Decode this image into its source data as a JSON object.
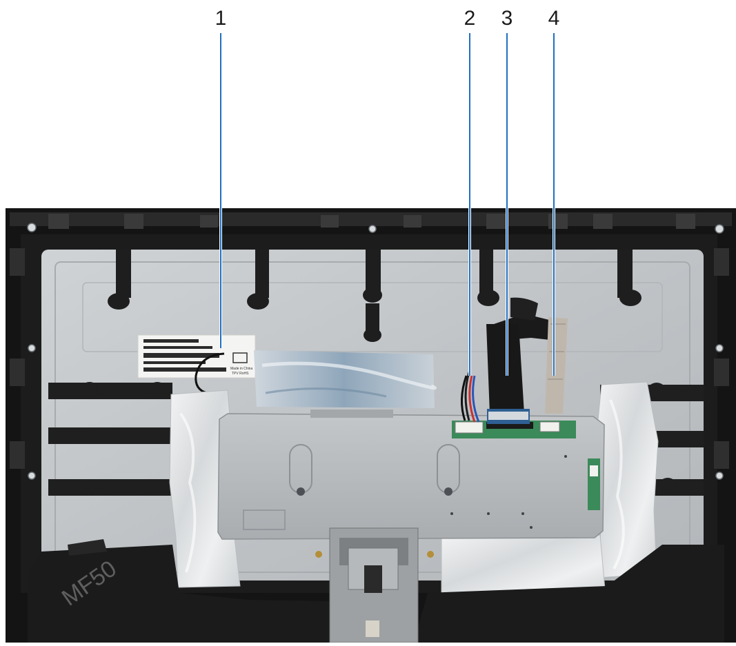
{
  "callouts": [
    {
      "label": "1"
    },
    {
      "label": "2"
    },
    {
      "label": "3"
    },
    {
      "label": "4"
    }
  ],
  "stickers": {
    "made_in": "Made in China",
    "marks": "TPV RoHS"
  },
  "tape_text": "MF50",
  "colors": {
    "leader_line": "#1f6fc0",
    "frame": "#151515",
    "chassis": "#c9ccce",
    "shield_tape": "#e4e5e6",
    "black_tape": "#1b1b1b",
    "pcb_green": "#3b8a5a"
  }
}
